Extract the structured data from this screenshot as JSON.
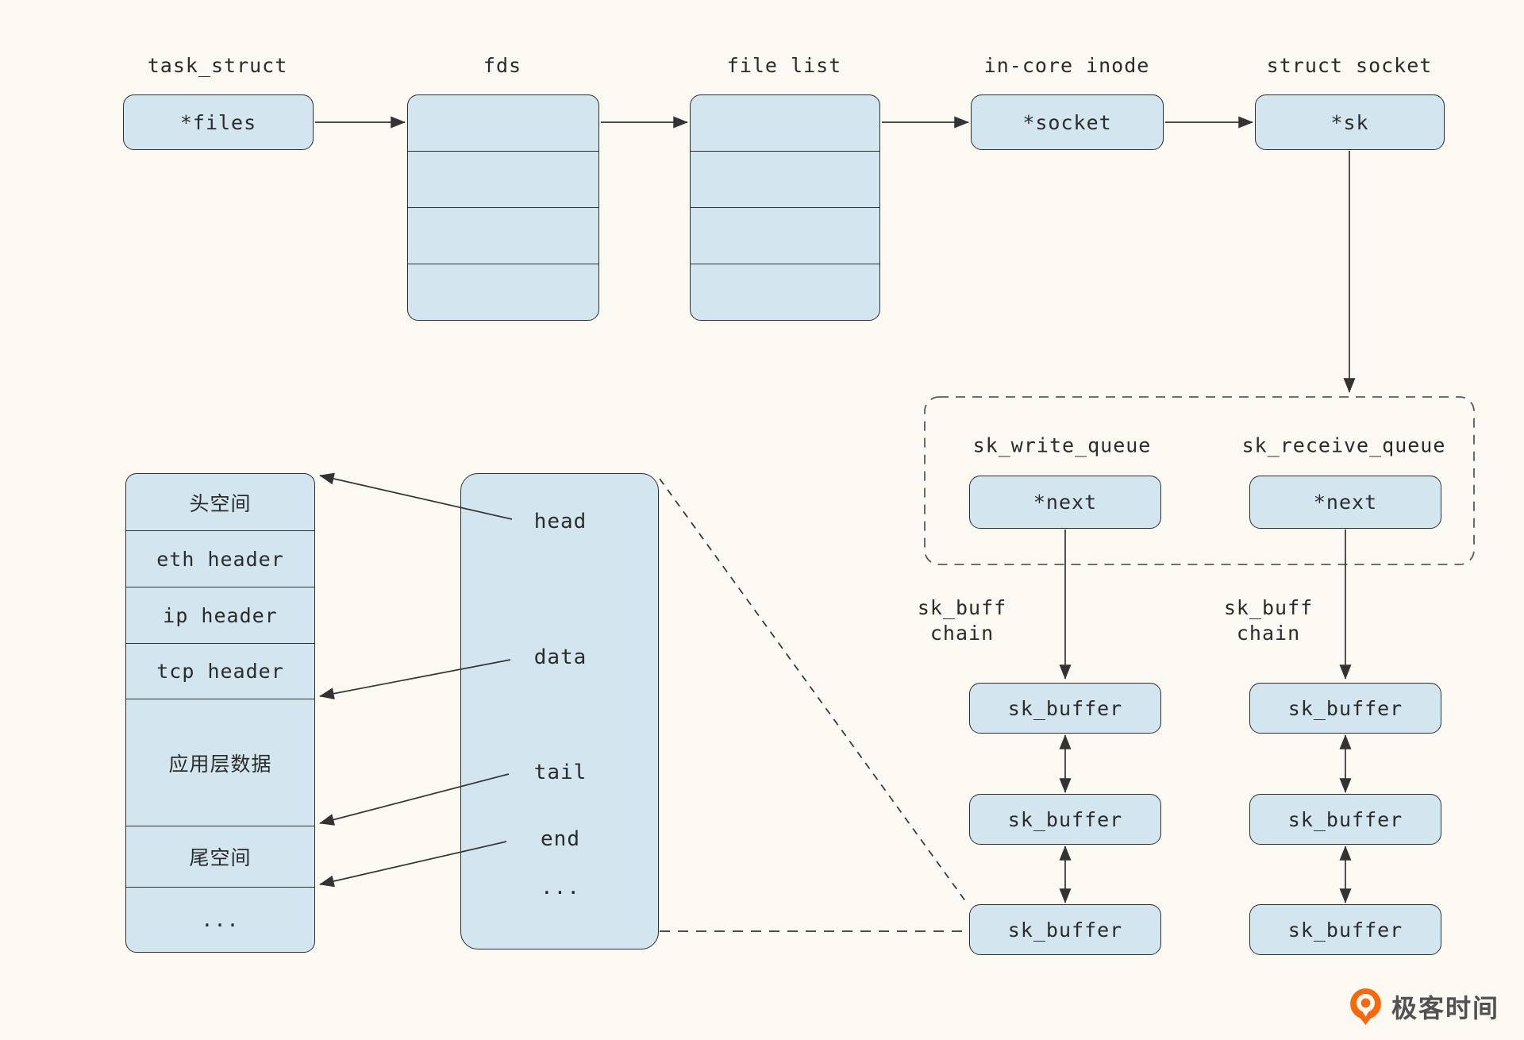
{
  "colors": {
    "background": "#FBF9F2",
    "box_fill": "#D3E5EE",
    "box_border": "#2E2E2E",
    "line": "#333333",
    "dashed_border": "#5A5A5A",
    "text": "#2B2B2B",
    "logo_orange": "#F8680C",
    "logo_text": "#515151"
  },
  "top_row": {
    "columns": [
      {
        "title": "task_struct",
        "field": "*files"
      },
      {
        "title": "fds",
        "rows": 4
      },
      {
        "title": "file list",
        "rows": 4
      },
      {
        "title": "in-core inode",
        "field": "*socket"
      },
      {
        "title": "struct socket",
        "field": "*sk"
      }
    ]
  },
  "queue_group": {
    "left": {
      "title": "sk_write_queue",
      "field": "*next"
    },
    "right": {
      "title": "sk_receive_queue",
      "field": "*next"
    }
  },
  "chains": {
    "left": {
      "label_line1": "sk_buff",
      "label_line2": "chain",
      "buffers": [
        "sk_buffer",
        "sk_buffer",
        "sk_buffer"
      ]
    },
    "right": {
      "label_line1": "sk_buff",
      "label_line2": "chain",
      "buffers": [
        "sk_buffer",
        "sk_buffer",
        "sk_buffer"
      ]
    }
  },
  "skb_struct": {
    "fields": [
      "head",
      "data",
      "tail",
      "end",
      "..."
    ]
  },
  "packet_table": {
    "rows": [
      "头空间",
      "eth header",
      "ip header",
      "tcp header",
      "应用层数据",
      "尾空间",
      "..."
    ]
  },
  "logo": {
    "text": "极客时间"
  }
}
